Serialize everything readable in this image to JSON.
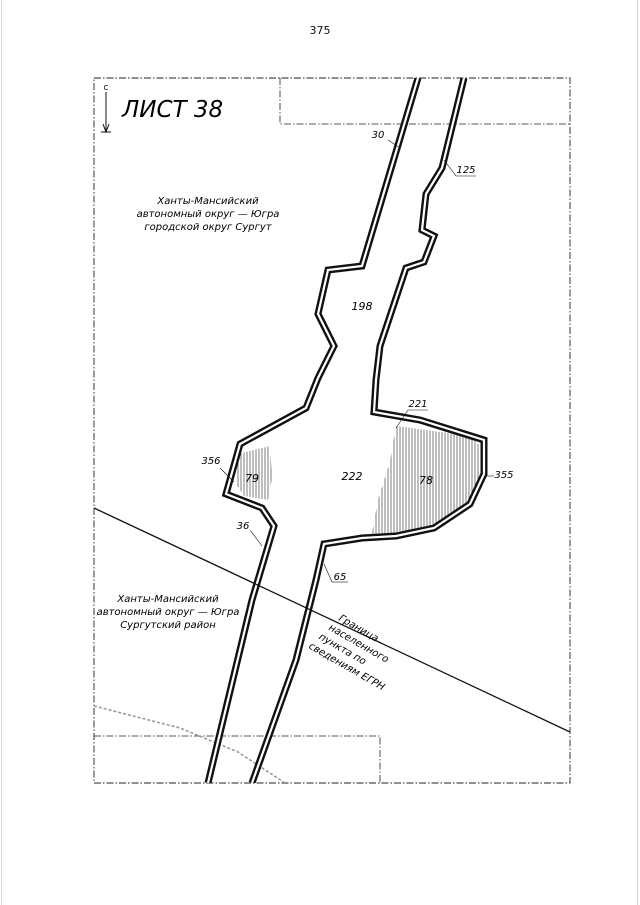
{
  "page": {
    "number": "375"
  },
  "sheet": {
    "title": "ЛИСТ 38",
    "north_label": "С"
  },
  "regions": {
    "upper": [
      "Ханты-Мансийский",
      "автономный округ — Югра",
      "городской округ Сургут"
    ],
    "lower": [
      "Ханты-Мансийский",
      "автономный округ — Югра",
      "Сургутский район"
    ]
  },
  "parcels": {
    "p198": "198",
    "p222": "222",
    "p79": "79",
    "p78": "78"
  },
  "callouts": {
    "c30": "30",
    "c125": "125",
    "c221": "221",
    "c356": "356",
    "c355": "355",
    "c36": "36",
    "c65": "65"
  },
  "boundary_note": [
    "Граница",
    "населенного",
    "пункта по",
    "сведениям ЕГРН"
  ],
  "colors": {
    "ink": "#111111",
    "hatch": "#444444",
    "faint": "#9a9a9a"
  }
}
